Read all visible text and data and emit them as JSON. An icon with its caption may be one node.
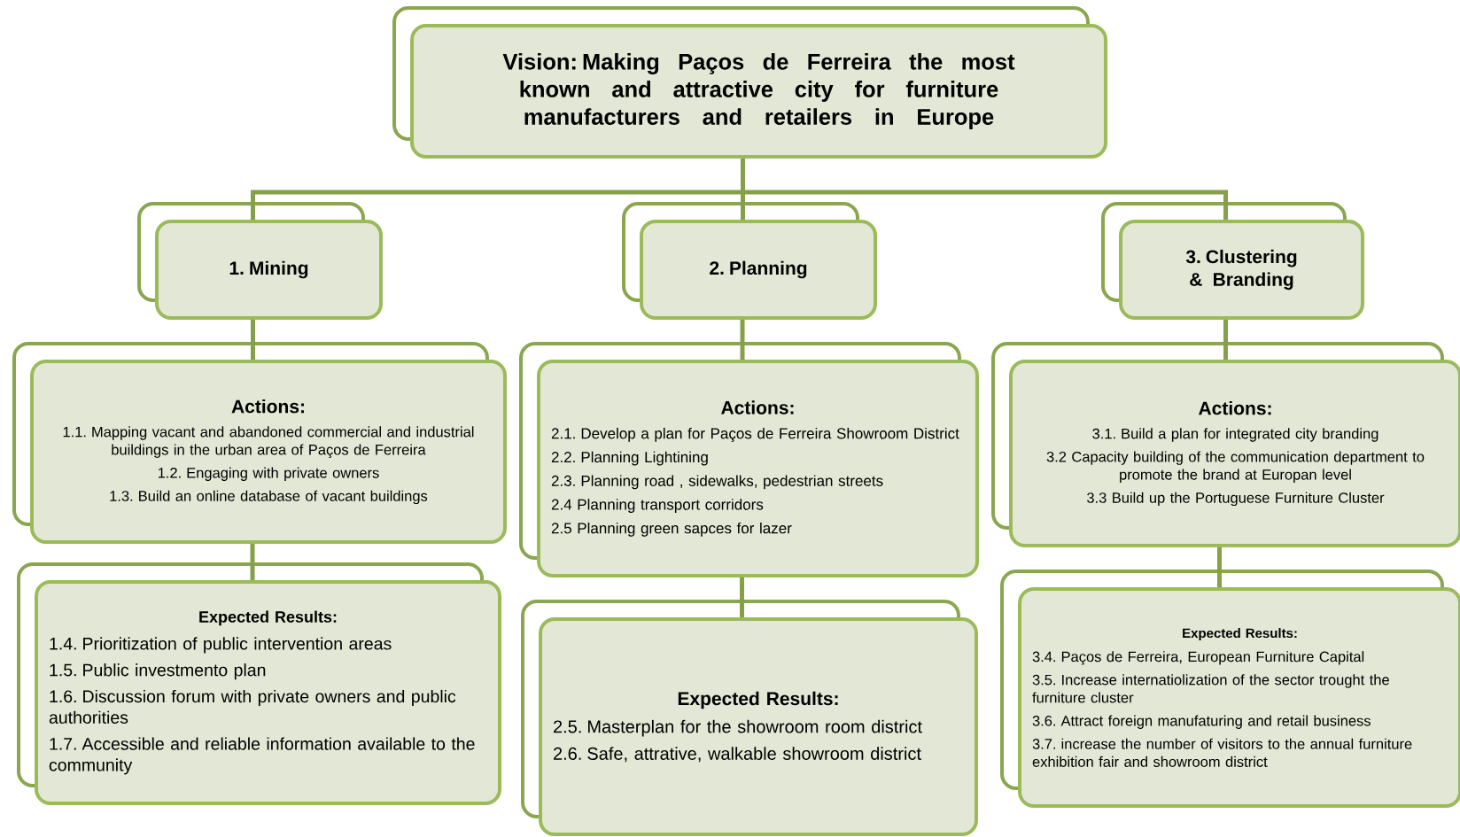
{
  "diagram": {
    "nodes": [
      {
        "text": [
          "Vision: Making Paços de Ferreira the most known and attractive city for furniture manufacturers and retailers in Europe"
        ]
      },
      {
        "text": [
          "1. Mining"
        ]
      },
      {
        "text": [
          "2. Planning"
        ]
      },
      {
        "text": [
          "3. Clustering & Branding"
        ]
      },
      {
        "text": [
          "Actions:",
          "1.1. Mapping vacant and abandoned commercial and industrial buildings in the urban area of Paços de Ferreira",
          "1.2. Engaging with private owners",
          "1.3.  Build an online database of vacant buildings"
        ]
      },
      {
        "text": [
          "Expected Results:",
          "1.4. Prioritization of public intervention areas",
          "1.5. Public investmento plan",
          "1.6. Discussion forum with private owners and public authorities",
          "1.7. Accessible and reliable  information available to the community"
        ]
      },
      {
        "text": [
          "Actions:",
          "2.1. Develop a plan for Paços de Ferreira Showroom District",
          "2.2. Planning Lightining",
          "2.3. Planning road , sidewalks, pedestrian streets",
          "2.4 Planning transport corridors",
          "2.5 Planning green sapces for lazer"
        ]
      },
      {
        "text": [
          "Expected Results:",
          "2.5. Masterplan for the showroom room district",
          "2.6. Safe, attrative, walkable showroom district"
        ]
      },
      {
        "text": [
          "Actions:",
          "3.1. Build a plan for integrated city branding",
          "3.2 Capacity building of the communication department to promote the brand at Europan level",
          "3.3 Build up the Portuguese Furniture Cluster"
        ]
      },
      {
        "text": [
          "Expected Results:",
          "3.4. Paços de Ferreira, European Furniture Capital",
          "3.5. Increase internatiolization of the sector trought the furniture cluster",
          "3.6. Attract foreign manufaturing and retail business",
          "3.7. increase the number of visitors to the  annual furniture exhibition fair and showroom district"
        ]
      }
    ],
    "edges": [
      {
        "from": 0,
        "to": 1,
        "arrow": "none"
      },
      {
        "from": 0,
        "to": 2,
        "arrow": "none"
      },
      {
        "from": 0,
        "to": 3,
        "arrow": "none"
      },
      {
        "from": 1,
        "to": 4,
        "arrow": "none"
      },
      {
        "from": 4,
        "to": 5,
        "arrow": "none"
      },
      {
        "from": 2,
        "to": 6,
        "arrow": "none"
      },
      {
        "from": 6,
        "to": 7,
        "arrow": "none"
      },
      {
        "from": 3,
        "to": 8,
        "arrow": "none"
      },
      {
        "from": 8,
        "to": 9,
        "arrow": "none"
      }
    ]
  }
}
